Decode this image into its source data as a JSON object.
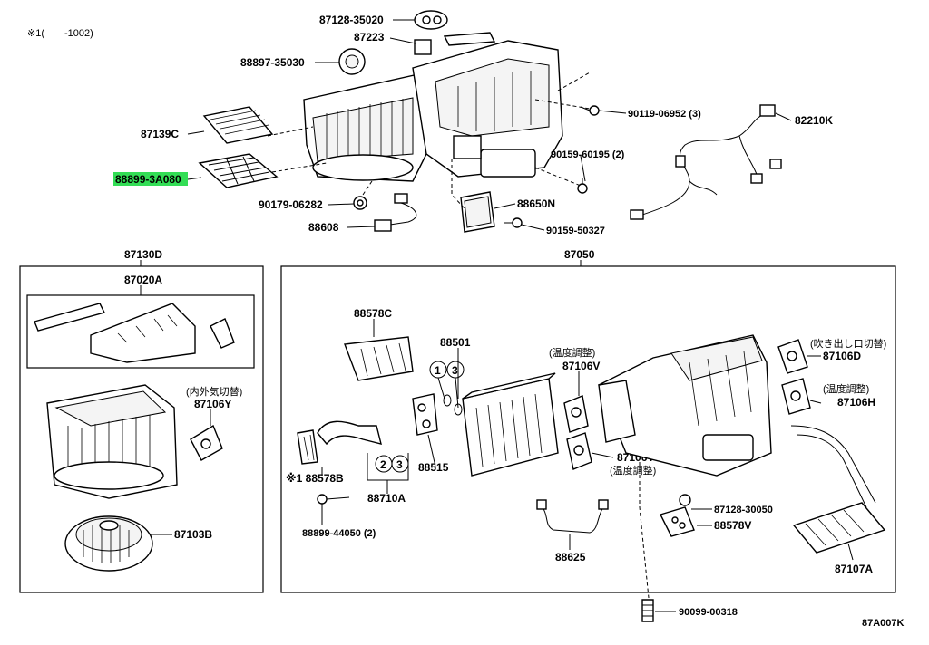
{
  "note_top": "※1(　　-1002)",
  "figure_code": "87A007K",
  "labels": {
    "p87128_35020": "87128-35020",
    "p87223": "87223",
    "p88897_35030": "88897-35030",
    "p87139C": "87139C",
    "p88899_3A080": "88899-3A080",
    "p90179_06282": "90179-06282",
    "p88608": "88608",
    "p90119_06952": "90119-06952 (3)",
    "p82210K": "82210K",
    "p90159_60195": "90159-60195 (2)",
    "p88650N": "88650N",
    "p90159_50327": "90159-50327",
    "p87130D": "87130D",
    "p87050": "87050",
    "p87020A": "87020A",
    "p87106Y_note": "(内外気切替)",
    "p87106Y": "87106Y",
    "p87103B": "87103B",
    "p88578C": "88578C",
    "p88501": "88501",
    "p87106V_note_top": "(温度調整)",
    "p87106V_top": "87106V",
    "p87106D_note": "(吹き出し口切替)",
    "p87106D": "87106D",
    "p87106H_note": "(温度調整)",
    "p87106H": "87106H",
    "p88578B": "※1 88578B",
    "p88515": "88515",
    "p87106V_bottom": "87106V",
    "p87106V_note_bottom": "(温度調整)",
    "p88710A": "88710A",
    "p88899_44050": "88899-44050 (2)",
    "p88625": "88625",
    "p87128_30050": "87128-30050",
    "p88578V": "88578V",
    "p87107A": "87107A",
    "p90099_00318": "90099-00318",
    "circle1": "1",
    "circle3": "3",
    "circle2": "2",
    "circle3b": "3"
  },
  "colors": {
    "highlight": "#33dd55",
    "ink": "#000000",
    "background": "#ffffff"
  }
}
